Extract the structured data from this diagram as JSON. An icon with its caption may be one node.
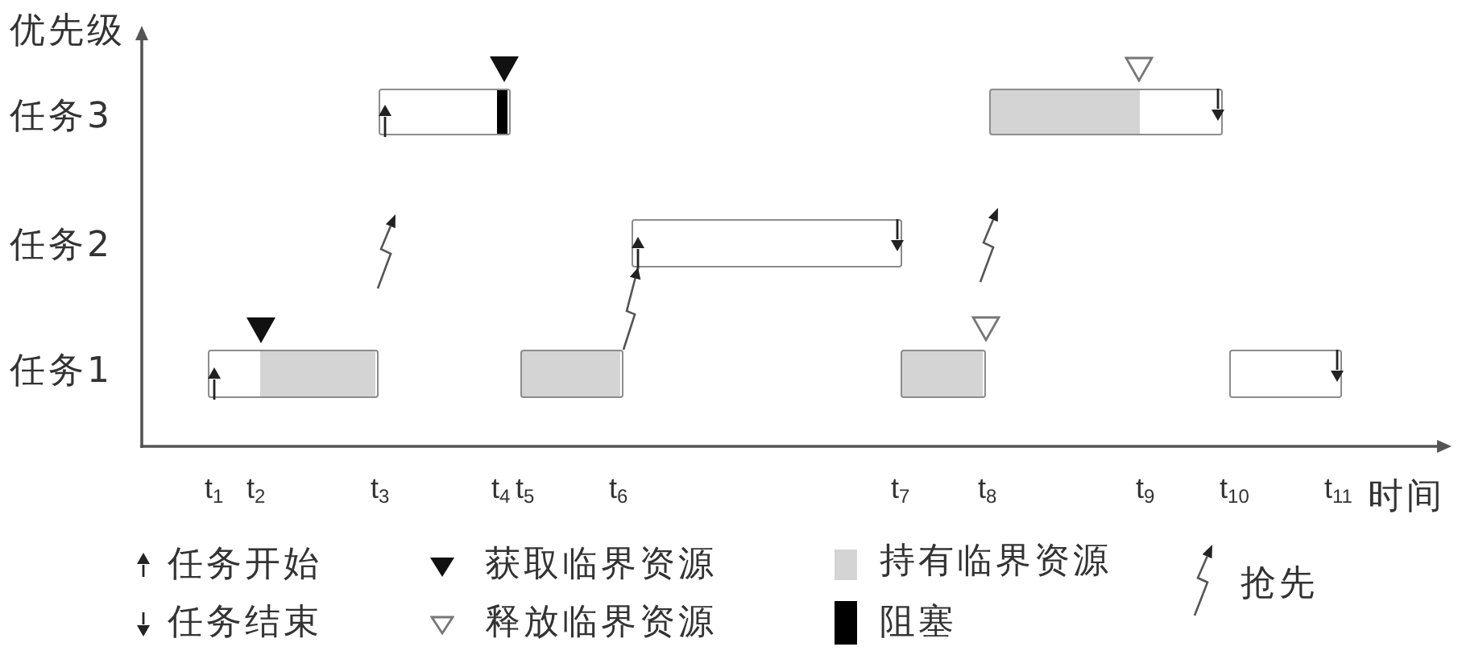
{
  "diagram": {
    "nodes": [
      {
        "text": [],
        "shape": "bar"
      },
      {
        "text": [],
        "shape": "bar"
      },
      {
        "text": [],
        "shape": "bar"
      },
      {
        "text": [],
        "shape": "bar"
      },
      {
        "text": [],
        "shape": "bar"
      },
      {
        "text": [],
        "shape": "bar"
      },
      {
        "text": [],
        "shape": "bar"
      }
    ],
    "edges": [
      {
        "from": 4,
        "to": 2,
        "arrow": "to"
      }
    ],
    "labels": [
      "优先级",
      "任务3",
      "任务2",
      "任务1",
      "t$_{1}$",
      "t$_{2}$",
      "t$_{3}$",
      "t$_{4}$",
      "t$_{5}$",
      "t$_{6}$",
      "t$_{7}$",
      "t$_{8}$",
      "t$_{9}$",
      "t$_{10}$",
      "t$_{11}$",
      "时间"
    ],
    "legend": [
      {
        "text": "任务开始"
      },
      {
        "text": "获取临界资源"
      },
      {
        "text": "持有临界资源",
        "color": "#d4d4d4"
      },
      {
        "text": "抢先"
      },
      {
        "text": "任务结束"
      },
      {
        "text": "释放临界资源"
      },
      {
        "text": "阻塞",
        "color": "#000000"
      }
    ]
  }
}
